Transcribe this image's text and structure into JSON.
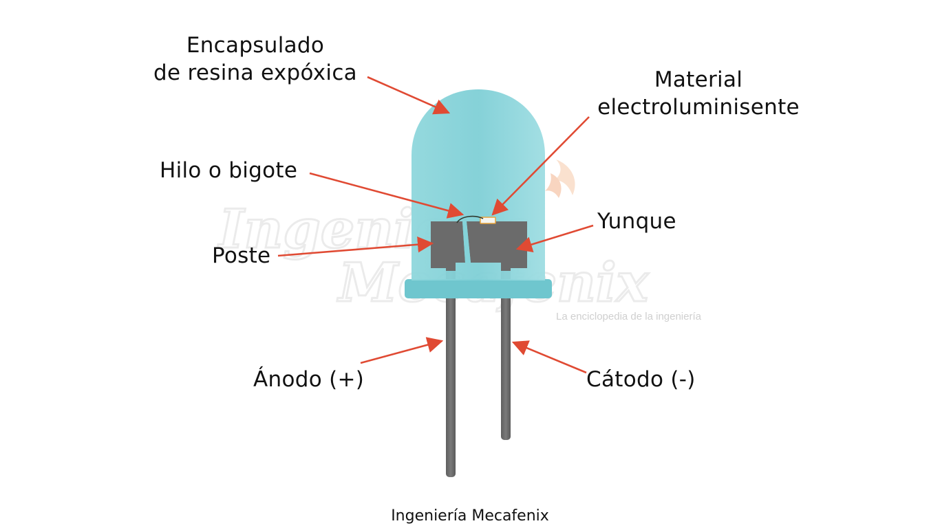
{
  "labels": {
    "encapsulado": [
      "Encapsulado",
      "de resina expóxica"
    ],
    "material": [
      "Material",
      "electroluminisente"
    ],
    "hilo": "Hilo o bigote",
    "yunque": "Yunque",
    "poste": "Poste",
    "anodo": "Ánodo (+)",
    "catodo": "Cátodo (-)"
  },
  "watermark": {
    "brand_line1": "Ingeniería",
    "brand_line2": "Mecafenix",
    "tagline": "La enciclopedia de la ingeniería"
  },
  "credit": "Ingeniería Mecafenix",
  "colors": {
    "lens": "#84d3d9",
    "lead_frame": "#6a6a6a",
    "arrow": "#e04a33",
    "text": "#111111"
  }
}
